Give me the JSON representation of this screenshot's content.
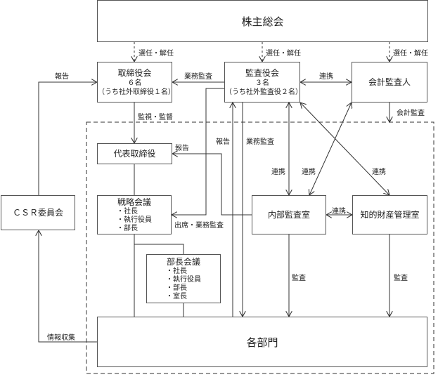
{
  "diagram": {
    "type": "corporate-governance-org-chart",
    "nodes": {
      "shareholders_meeting": {
        "label": "株主総会"
      },
      "board_of_directors": {
        "label": "取締役会",
        "count": "６名",
        "note": "（うち社外取締役１名）"
      },
      "audit_board": {
        "label": "監査役会",
        "count": "３名",
        "note": "（うち社外監査役２名）"
      },
      "accounting_auditor": {
        "label": "会計監査人"
      },
      "representative_director": {
        "label": "代表取締役"
      },
      "strategy_meeting": {
        "label": "戦略会議",
        "members": [
          "・社長",
          "・執行役員",
          "・部長"
        ]
      },
      "department_heads_meeting": {
        "label": "部長会議",
        "members": [
          "・社長",
          "・執行役員",
          "・部長",
          "・室長"
        ]
      },
      "internal_audit_office": {
        "label": "内部監査室"
      },
      "ip_management_office": {
        "label": "知的財産管理室"
      },
      "csr_committee": {
        "label": "ＣＳＲ委員会"
      },
      "departments": {
        "label": "各部門"
      }
    },
    "edge_labels": {
      "elect_dismiss_1": "選任・解任",
      "elect_dismiss_2": "選任・解任",
      "elect_dismiss_3": "選任・解任",
      "csr_report": "報告",
      "business_audit_board": "業務監査",
      "cooperation_audit_accounting": "連携",
      "accounting_audit": "会計監査",
      "supervision": "監視・監督",
      "report_to_rep": "報告",
      "report_up": "報告",
      "business_audit_down": "業務監査",
      "cooperation_internal_1": "連携",
      "cooperation_internal_2": "連携",
      "cooperation_ip": "連携",
      "attend_audit": "出席・業務監査",
      "cooperation_internal_ip": "連携",
      "audit_internal": "監査",
      "audit_ip": "監査",
      "info_gathering": "情報収集"
    }
  }
}
